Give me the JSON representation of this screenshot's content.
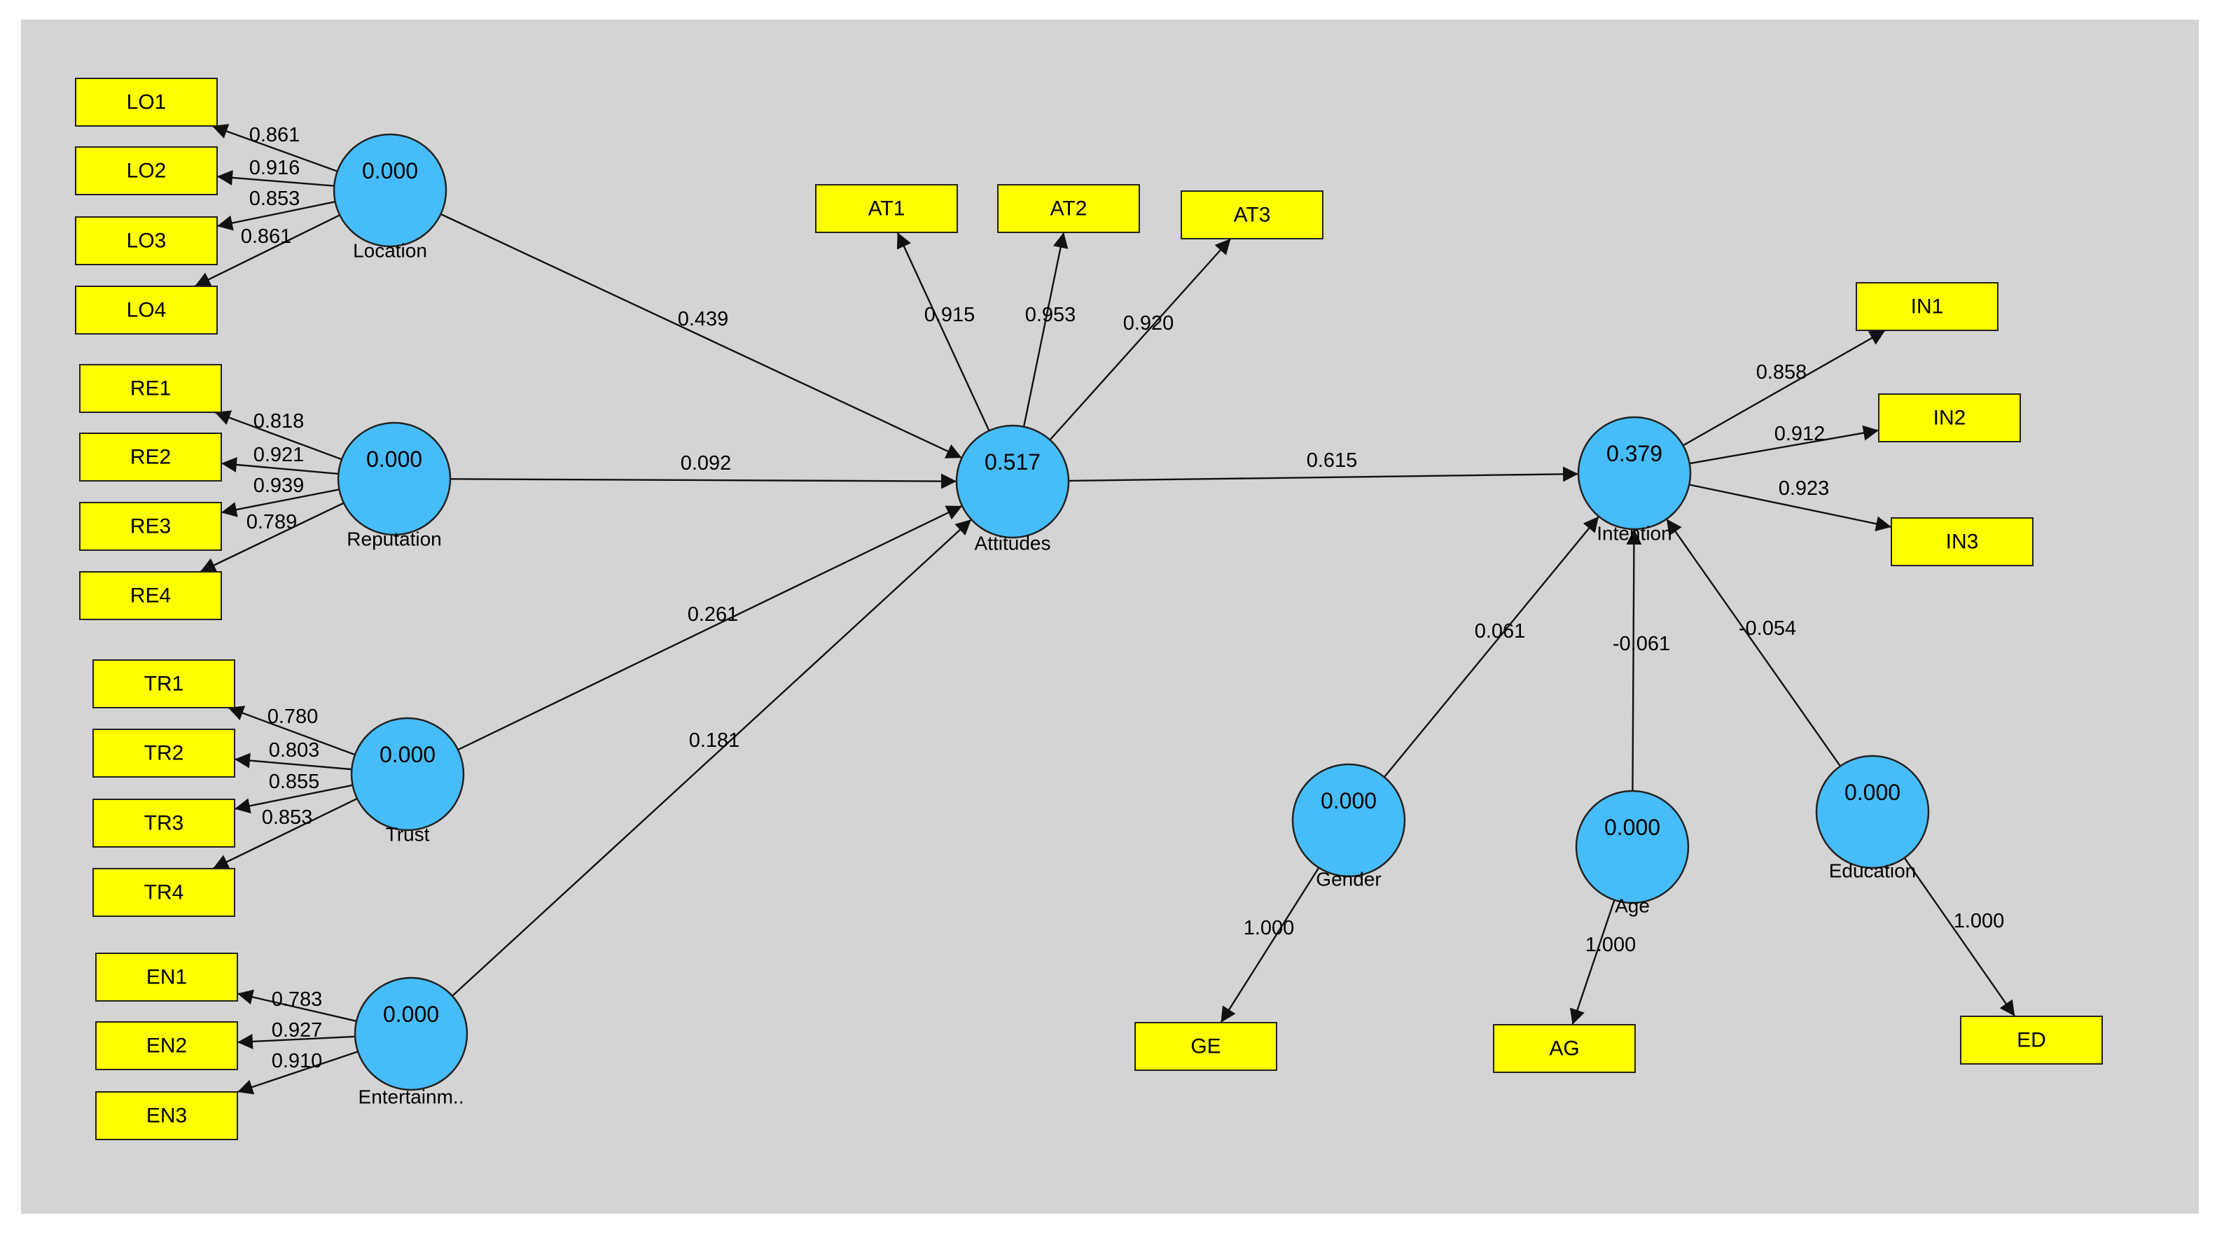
{
  "colors": {
    "canvas_bg": "#d4d4d4",
    "latent_fill": "#46bdf8",
    "indicator_fill": "#ffff00",
    "stroke": "#222222"
  },
  "latents": {
    "loc": {
      "label": "Location",
      "value": "0.000"
    },
    "rep": {
      "label": "Reputation",
      "value": "0.000"
    },
    "tru": {
      "label": "Trust",
      "value": "0.000"
    },
    "ent": {
      "label": "Entertainm..",
      "value": "0.000"
    },
    "att": {
      "label": "Attitudes",
      "value": "0.517"
    },
    "int": {
      "label": "Intention",
      "value": "0.379"
    },
    "gen": {
      "label": "Gender",
      "value": "0.000"
    },
    "age": {
      "label": "Age",
      "value": "0.000"
    },
    "edu": {
      "label": "Education",
      "value": "0.000"
    }
  },
  "indicators": {
    "lo1": "LO1",
    "lo2": "LO2",
    "lo3": "LO3",
    "lo4": "LO4",
    "re1": "RE1",
    "re2": "RE2",
    "re3": "RE3",
    "re4": "RE4",
    "tr1": "TR1",
    "tr2": "TR2",
    "tr3": "TR3",
    "tr4": "TR4",
    "en1": "EN1",
    "en2": "EN2",
    "en3": "EN3",
    "at1": "AT1",
    "at2": "AT2",
    "at3": "AT3",
    "in1": "IN1",
    "in2": "IN2",
    "in3": "IN3",
    "ge": "GE",
    "ag": "AG",
    "ed": "ED"
  },
  "edges": {
    "loc_lo1": "0.861",
    "loc_lo2": "0.916",
    "loc_lo3": "0.853",
    "loc_lo4": "0.861",
    "rep_re1": "0.818",
    "rep_re2": "0.921",
    "rep_re3": "0.939",
    "rep_re4": "0.789",
    "tru_tr1": "0.780",
    "tru_tr2": "0.803",
    "tru_tr3": "0.855",
    "tru_tr4": "0.853",
    "ent_en1": "0.783",
    "ent_en2": "0.927",
    "ent_en3": "0.910",
    "att_at1": "0.915",
    "att_at2": "0.953",
    "att_at3": "0.920",
    "int_in1": "0.858",
    "int_in2": "0.912",
    "int_in3": "0.923",
    "gen_ge": "1.000",
    "age_ag": "1.000",
    "edu_ed": "1.000",
    "loc_att": "0.439",
    "rep_att": "0.092",
    "tru_att": "0.261",
    "ent_att": "0.181",
    "att_int": "0.615",
    "gen_int": "0.061",
    "age_int": "-0.061",
    "edu_int": "-0.054"
  }
}
